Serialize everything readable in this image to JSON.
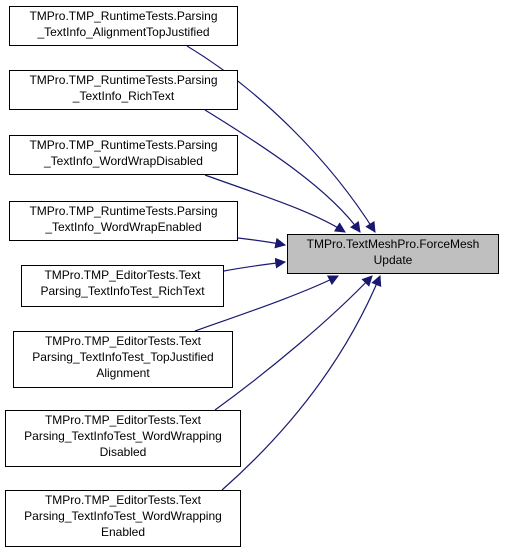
{
  "colors": {
    "edge": "#191970",
    "node_border": "#000000",
    "target_fill": "#bfbfbf",
    "node_fill": "#ffffff"
  },
  "target": {
    "lines": [
      "TMPro.TextMeshPro.ForceMesh",
      "Update"
    ]
  },
  "callers": [
    {
      "lines": [
        "TMPro.TMP_RuntimeTests.Parsing",
        "_TextInfo_AlignmentTopJustified"
      ]
    },
    {
      "lines": [
        "TMPro.TMP_RuntimeTests.Parsing",
        "_TextInfo_RichText"
      ]
    },
    {
      "lines": [
        "TMPro.TMP_RuntimeTests.Parsing",
        "_TextInfo_WordWrapDisabled"
      ]
    },
    {
      "lines": [
        "TMPro.TMP_RuntimeTests.Parsing",
        "_TextInfo_WordWrapEnabled"
      ]
    },
    {
      "lines": [
        "TMPro.TMP_EditorTests.Text",
        "Parsing_TextInfoTest_RichText"
      ]
    },
    {
      "lines": [
        "TMPro.TMP_EditorTests.Text",
        "Parsing_TextInfoTest_TopJustified",
        "Alignment"
      ]
    },
    {
      "lines": [
        "TMPro.TMP_EditorTests.Text",
        "Parsing_TextInfoTest_WordWrapping",
        "Disabled"
      ]
    },
    {
      "lines": [
        "TMPro.TMP_EditorTests.Text",
        "Parsing_TextInfoTest_WordWrapping",
        "Enabled"
      ]
    }
  ]
}
